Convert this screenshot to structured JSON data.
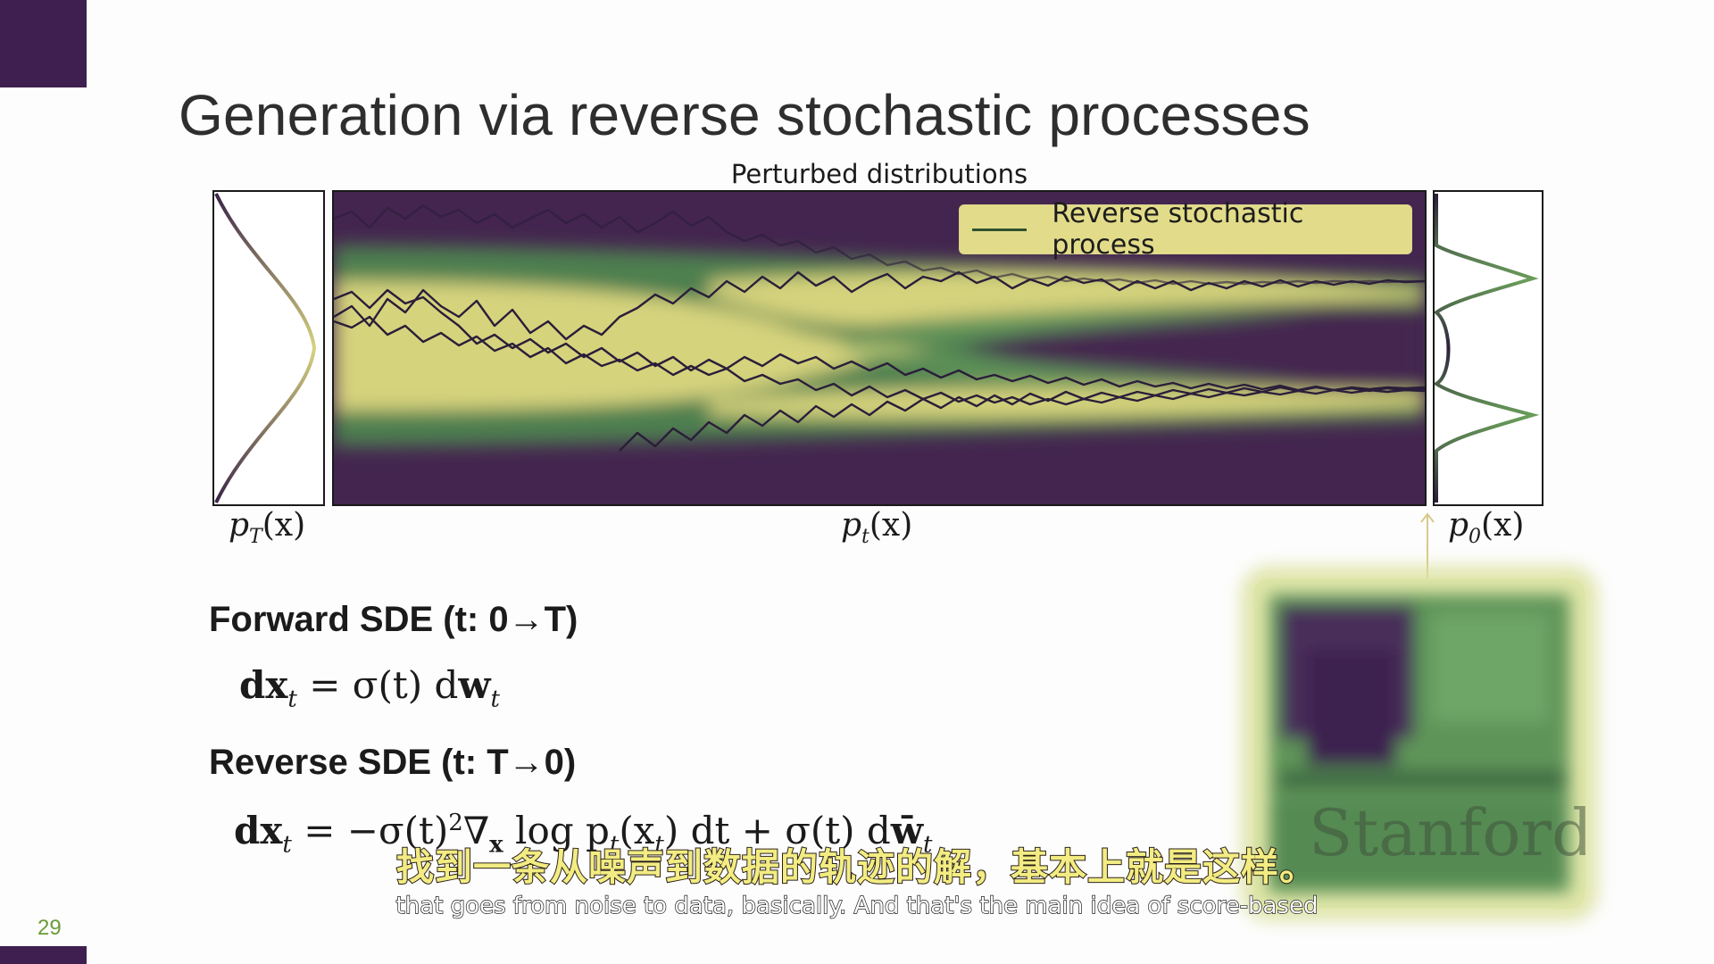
{
  "slide": {
    "title": "Generation via reverse stochastic processes",
    "page_number": "29"
  },
  "figure": {
    "title": "Perturbed distributions",
    "legend_label": "Reverse stochastic process",
    "label_left": {
      "base": "p",
      "sub": "T",
      "arg": "(x)"
    },
    "label_middle": {
      "base": "p",
      "sub": "t",
      "arg": "(x)"
    },
    "label_right": {
      "base": "p",
      "sub": "0",
      "arg": "(x)"
    }
  },
  "forward": {
    "heading": "Forward SDE (t: 0→T)",
    "equation": {
      "lhs": "dx",
      "lhs_sub": "t",
      "rhs_a": " = σ(t) d",
      "rhs_w": "w",
      "rhs_w_sub": "t"
    }
  },
  "reverse": {
    "heading": "Reverse SDE (t: T→0)",
    "equation": {
      "lhs": "dx",
      "lhs_sub": "t",
      "p1": " = −σ(t)",
      "p1_sup": "2",
      "p2": "∇",
      "p2_sub": "x",
      "p3": " log p",
      "p3_sub": "t",
      "p4": "(x",
      "p4_sub": "t",
      "p5": ") dt + σ(t) d",
      "p6": "w̄",
      "p6_sub": "t"
    }
  },
  "thumbnail": {
    "text": "Stanford"
  },
  "subtitles": {
    "chinese": "找到一条从噪声到数据的轨迹的解，基本上就是这样。",
    "english": "that goes from noise to data, basically. And that's the main idea of score-based"
  },
  "colors": {
    "dark": "#44254f",
    "green": "#5d8f55",
    "yellow": "#d8d380",
    "accent": "#3f1f4f"
  }
}
